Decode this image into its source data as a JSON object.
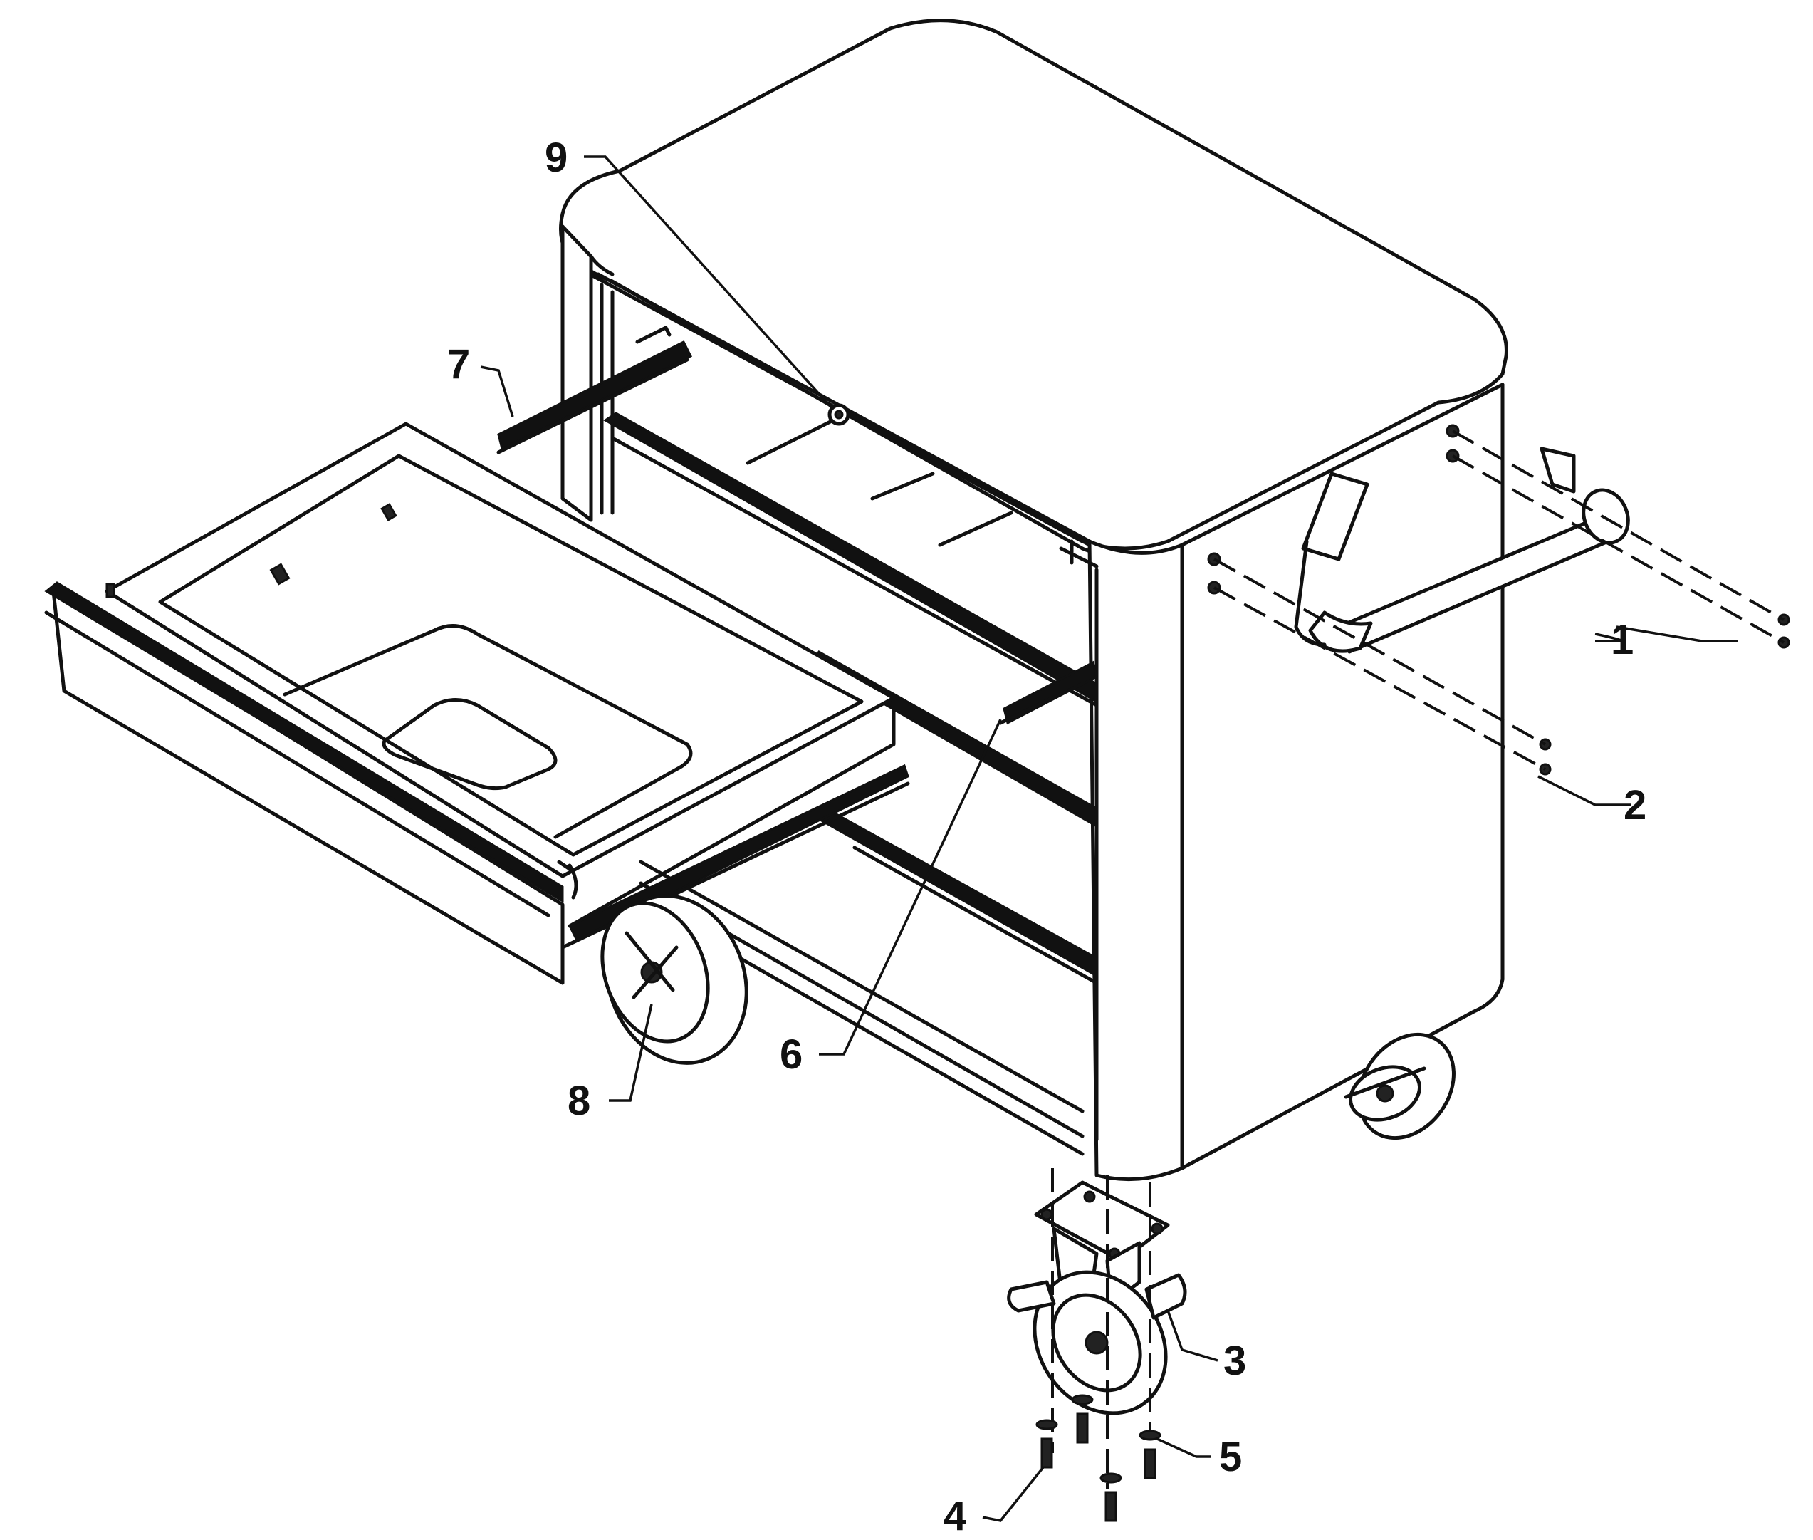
{
  "figure": {
    "callouts": [
      {
        "id": "c1",
        "text": "1"
      },
      {
        "id": "c2",
        "text": "2"
      },
      {
        "id": "c3",
        "text": "3"
      },
      {
        "id": "c4",
        "text": "4"
      },
      {
        "id": "c5",
        "text": "5"
      },
      {
        "id": "c6",
        "text": "6"
      },
      {
        "id": "c7",
        "text": "7"
      },
      {
        "id": "c8",
        "text": "8"
      },
      {
        "id": "c9",
        "text": "9"
      }
    ]
  }
}
